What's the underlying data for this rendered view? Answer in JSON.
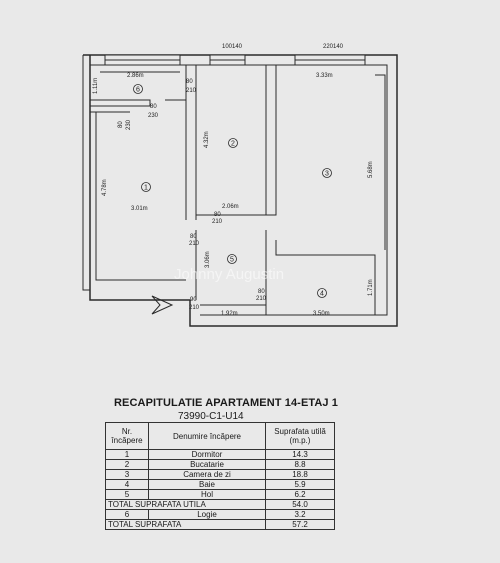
{
  "plan": {
    "watermark": "Johnny Augustin",
    "rooms": [
      {
        "num": "1"
      },
      {
        "num": "2"
      },
      {
        "num": "3"
      },
      {
        "num": "4"
      },
      {
        "num": "5"
      },
      {
        "num": "6"
      }
    ],
    "dims": {
      "w1_top": "100",
      "w1_bot": "140",
      "w2_top": "220",
      "w2_bot": "140",
      "d_286": "2.86m",
      "d_333": "3.33m",
      "d_111": "1.11m",
      "d_432": "4.32m",
      "d_568": "5.68m",
      "d_478": "4.78m",
      "d_301": "3.01m",
      "d_206": "2.06m",
      "d_171": "1.71m",
      "d_306": "3.06m",
      "d_192": "1.92m",
      "d_350": "3.50m",
      "door1_top": "80",
      "door1_bot": "210",
      "door2_top": "80",
      "door2_bot": "230",
      "door3_top": "80",
      "door3_bot": "230",
      "door4_top": "80",
      "door4_bot": "210",
      "door5_top": "80",
      "door5_bot": "210",
      "door6_top": "80",
      "door6_bot": "210",
      "door7_top": "90",
      "door7_bot": "210"
    }
  },
  "recap": {
    "title": "RECAPITULATIE APARTAMENT 14-ETAJ 1",
    "code": "73990-C1-U14",
    "headers": {
      "col1": "Nr. încăpere",
      "col2": "Denumire încăpere",
      "col3": "Suprafata utilă (m.p.)"
    },
    "rows": [
      {
        "nr": "1",
        "name": "Dormitor",
        "area": "14.3"
      },
      {
        "nr": "2",
        "name": "Bucatarie",
        "area": "8.8"
      },
      {
        "nr": "3",
        "name": "Camera de zi",
        "area": "18.8"
      },
      {
        "nr": "4",
        "name": "Baie",
        "area": "5.9"
      },
      {
        "nr": "5",
        "name": "Hol",
        "area": "6.2"
      }
    ],
    "total_util_label": "TOTAL SUPRAFATA UTILA",
    "total_util": "54.0",
    "logie": {
      "nr": "6",
      "name": "Logie",
      "area": "3.2"
    },
    "total_label": "TOTAL SUPRAFATA",
    "total": "57.2"
  }
}
